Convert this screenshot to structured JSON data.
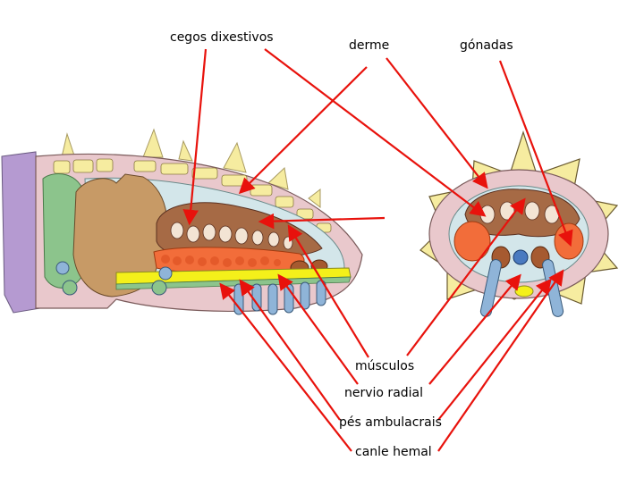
{
  "labels": {
    "cegos": "cegos dixestivos",
    "derme": "derme",
    "gonadas": "gónadas",
    "musculos": "músculos",
    "nervio": "nervio radial",
    "pes": "pés ambulacrais",
    "canle": "canle hemal"
  },
  "colors": {
    "arrow": "#e8120c",
    "skin": "#e9c8cc",
    "spine": "#f6eca0",
    "wall": "#c79a66",
    "gonad": "#f26d3a",
    "caeca": "#a66a45",
    "coelom": "#d3e6ea",
    "tubefoot": "#8fb4d8",
    "green": "#8cc48c",
    "purple": "#b59ad1",
    "yellow": "#f4f01a"
  }
}
